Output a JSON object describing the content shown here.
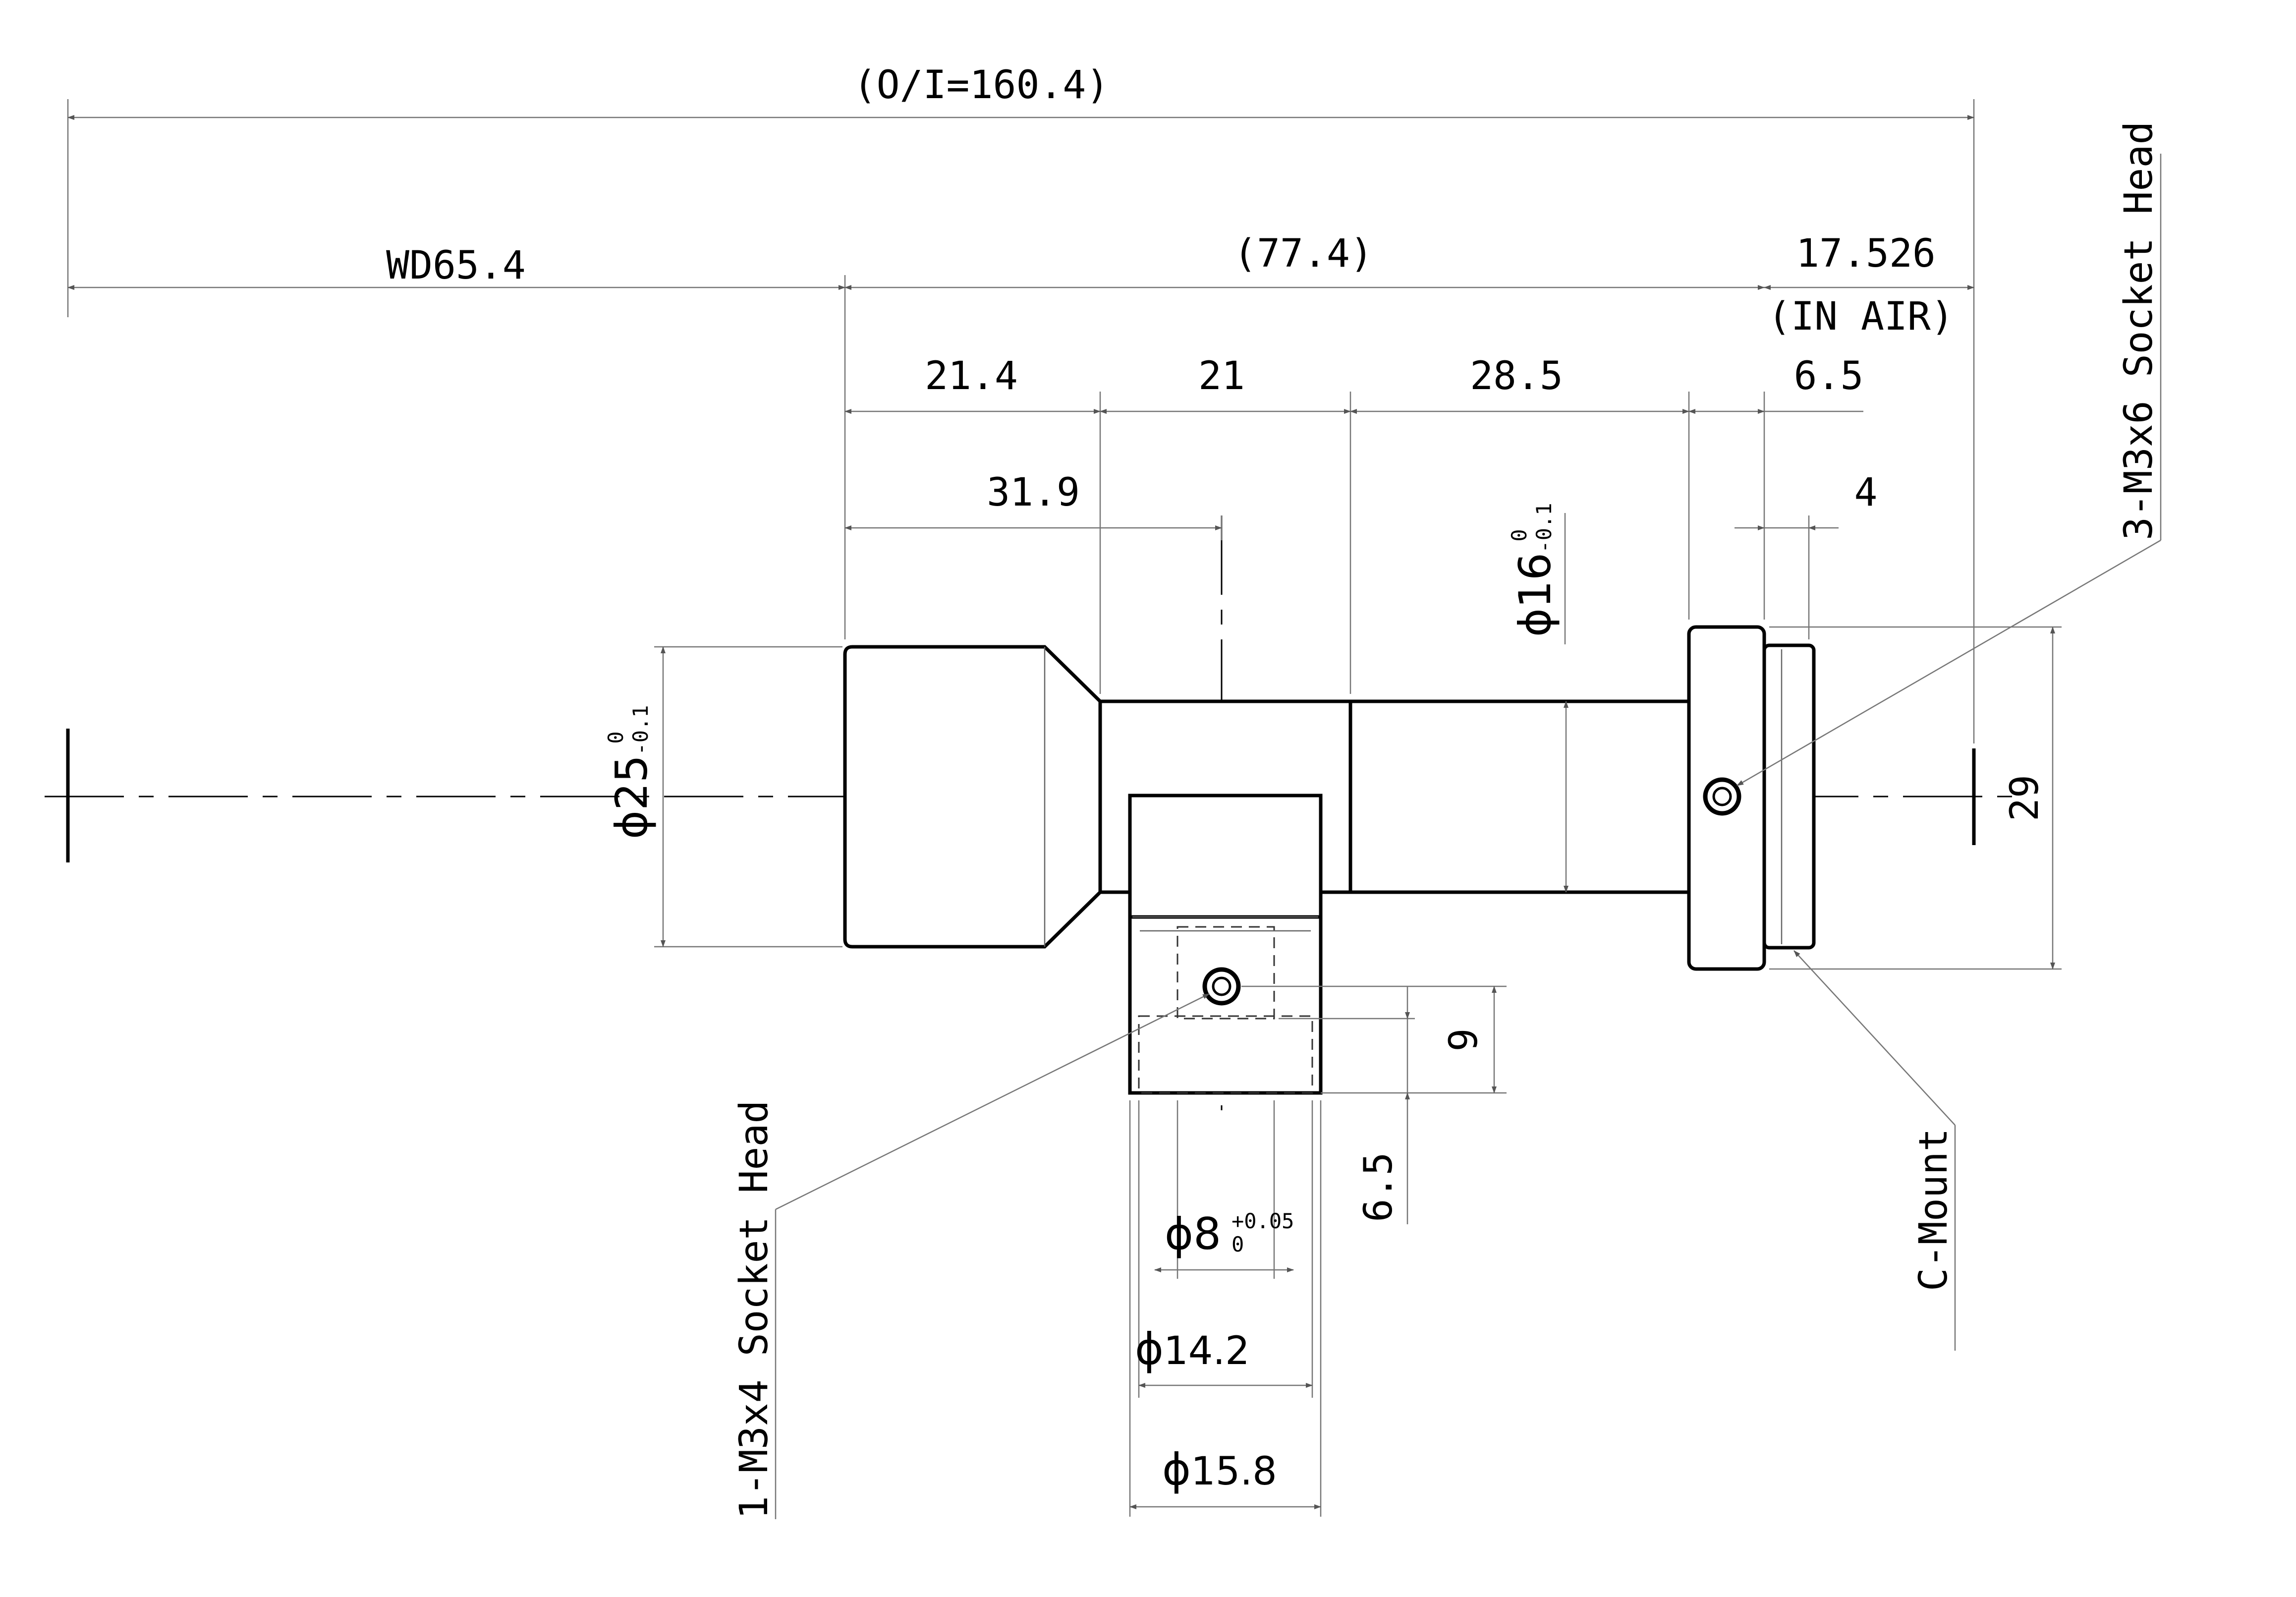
{
  "dimensions": {
    "overall": "(O/I=160.4)",
    "wd": "WD65.4",
    "lens_length": "(77.4)",
    "flange": "17.526",
    "in_air": "(IN AIR)",
    "d_21_4": "21.4",
    "d_21": "21",
    "d_28_5": "28.5",
    "d_6_5_top": "6.5",
    "d_31_9": "31.9",
    "d_4": "4",
    "d_29": "29",
    "d_9": "9",
    "d_6_5_side": "6.5"
  },
  "diameters": {
    "phi_symbol": "ϕ",
    "d25": {
      "value": "25",
      "upper": "0",
      "lower": "-0.1"
    },
    "d16": {
      "value": "16",
      "upper": "0",
      "lower": "-0.1"
    },
    "d8": {
      "value": "8",
      "upper": "+0.05",
      "lower": "0"
    },
    "d14_2": "14.2",
    "d15_8": "15.8"
  },
  "callouts": {
    "top_screw": "3-M3x6 Socket Head",
    "side_screw": "1-M3x4 Socket Head",
    "mount": "C-Mount"
  }
}
